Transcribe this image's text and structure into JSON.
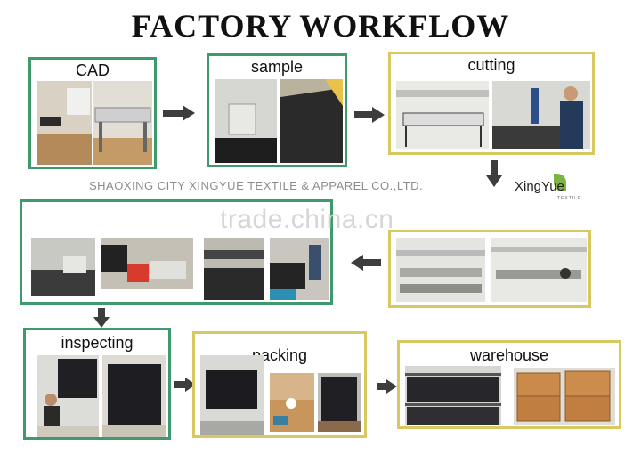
{
  "title": "FACTORY WORKFLOW",
  "steps": [
    {
      "label": "CAD"
    },
    {
      "label": "sample"
    },
    {
      "label": "cutting"
    },
    {
      "label": ""
    },
    {
      "label": ""
    },
    {
      "label": "inspecting"
    },
    {
      "label": "packing"
    },
    {
      "label": "warehouse"
    }
  ],
  "company": "SHAOXING CITY XINGYUE TEXTILE & APPAREL CO.,LTD.",
  "logo_text": "XingYue",
  "logo_subtext": "TEXTILE",
  "watermark": "trade.china.cn",
  "colors": {
    "green_border": "#3f9a6b",
    "yellow_border": "#d8c860",
    "arrow": "#3d3d3d"
  }
}
